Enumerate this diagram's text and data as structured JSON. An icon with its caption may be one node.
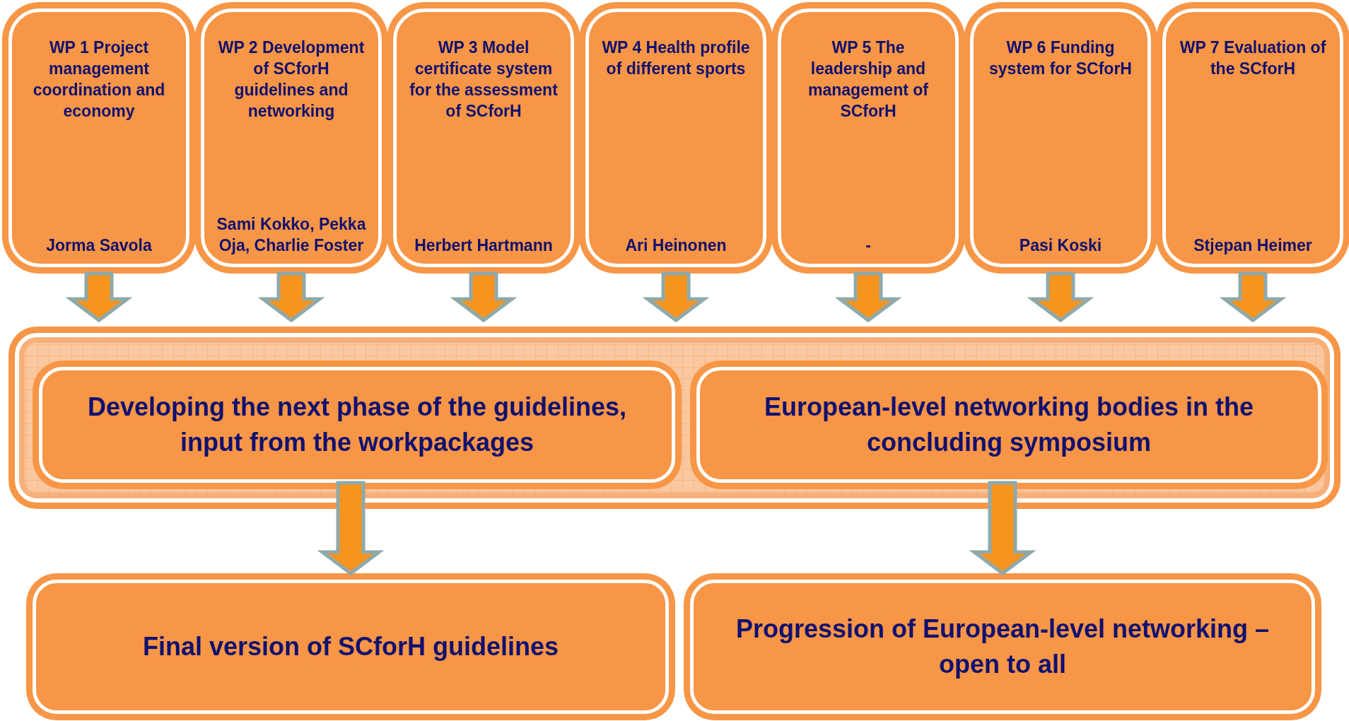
{
  "diagram": {
    "nodes": [
      {
        "text": [
          "WP 1 Project management coordination and economy",
          "Jorma Savola"
        ]
      },
      {
        "text": [
          "WP 2 Development of SCforH guidelines and networking",
          "Sami Kokko, Pekka Oja, Charlie Foster"
        ]
      },
      {
        "text": [
          "WP 3 Model certificate system for the assessment of SCforH",
          "Herbert Hartmann"
        ]
      },
      {
        "text": [
          "WP 4 Health profile of different sports",
          "Ari Heinonen"
        ]
      },
      {
        "text": [
          "WP 5 The leadership and management of SCforH",
          "-"
        ]
      },
      {
        "text": [
          "WP 6 Funding system for SCforH",
          "Pasi Koski"
        ]
      },
      {
        "text": [
          "WP 7 Evaluation of the SCforH",
          "Stjepan Heimer"
        ]
      },
      {
        "text": [],
        "shape": "box"
      },
      {
        "text": [
          "Developing the next phase of the guidelines, input from the workpackages"
        ],
        "in": 7
      },
      {
        "text": [
          "European-level networking bodies in the concluding symposium"
        ],
        "in": 7
      },
      {
        "text": [
          "Final version of SCforH guidelines"
        ]
      },
      {
        "text": [
          "Progression of European-level networking – open to all"
        ]
      }
    ],
    "edges": [
      {
        "from": 0,
        "to": 7,
        "arrow": "to"
      },
      {
        "from": 1,
        "to": 7,
        "arrow": "to"
      },
      {
        "from": 2,
        "to": 7,
        "arrow": "to"
      },
      {
        "from": 3,
        "to": 7,
        "arrow": "to"
      },
      {
        "from": 4,
        "to": 7,
        "arrow": "to"
      },
      {
        "from": 5,
        "to": 7,
        "arrow": "to"
      },
      {
        "from": 6,
        "to": 7,
        "arrow": "to"
      },
      {
        "from": 8,
        "to": 10,
        "arrow": "to"
      },
      {
        "from": 9,
        "to": 11,
        "arrow": "to"
      }
    ]
  }
}
